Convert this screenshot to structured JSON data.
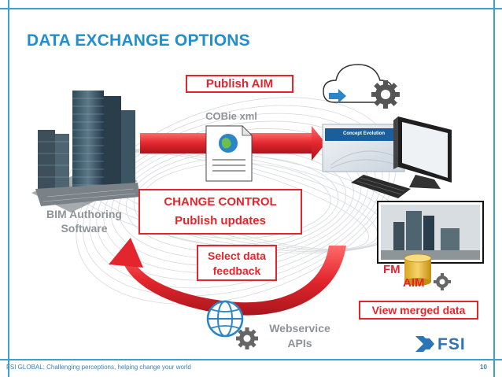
{
  "slide": {
    "title": "DATA EXCHANGE OPTIONS",
    "page_number": "10",
    "footer": "FSI GLOBAL: Challenging perceptions, helping change your world"
  },
  "boxes": {
    "publish_aim": "Publish AIM",
    "change_control_line1": "CHANGE CONTROL",
    "change_control_line2": "Publish updates",
    "select_data_line1": "Select data",
    "select_data_line2": "feedback",
    "view_merged": "View merged data"
  },
  "labels": {
    "cobie": "COBie xml",
    "bim_line1": "BIM Authoring",
    "bim_line2": "Software",
    "webservice_line1": "Webservice",
    "webservice_line2": "APIs",
    "fm": "FM",
    "aim": "AIM",
    "concept_evolution": "Concept Evolution"
  },
  "logo": {
    "text": "FSI"
  },
  "colors": {
    "title_blue": "#1f8fcf",
    "accent_red": "#e3262d",
    "label_gray": "#8d9399",
    "frame_blue": "#3aa0d6"
  },
  "icons": [
    "building-render-icon",
    "document-globe-icon",
    "cloud-icon",
    "gear-icon",
    "computer-monitor-icon",
    "keyboard-icon",
    "globe-icon",
    "database-icon",
    "fsi-logo-icon"
  ]
}
